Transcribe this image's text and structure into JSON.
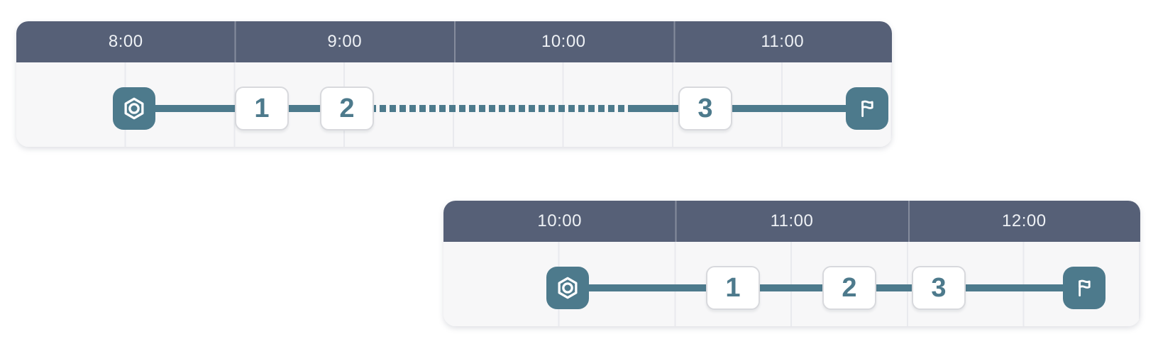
{
  "colors": {
    "header_bg": "#566077",
    "accent_teal": "#4d7a8c",
    "track_bg": "#f7f7f8",
    "gridline": "#e9eaee",
    "step_box_border": "#d8d9dd",
    "header_text": "#eef1f5"
  },
  "timelines": [
    {
      "name": "timeline-top",
      "hours": [
        "8:00",
        "9:00",
        "10:00",
        "11:00"
      ],
      "steps": [
        "1",
        "2",
        "3"
      ],
      "start_icon": "hexagon-nut-icon",
      "end_icon": "flag-icon",
      "segment_styles": [
        "solid",
        "solid",
        "dotted-then-solid",
        "solid"
      ]
    },
    {
      "name": "timeline-bottom",
      "hours": [
        "10:00",
        "11:00",
        "12:00"
      ],
      "steps": [
        "1",
        "2",
        "3"
      ],
      "start_icon": "hexagon-nut-icon",
      "end_icon": "flag-icon",
      "segment_styles": [
        "solid",
        "solid",
        "solid",
        "solid"
      ]
    }
  ]
}
